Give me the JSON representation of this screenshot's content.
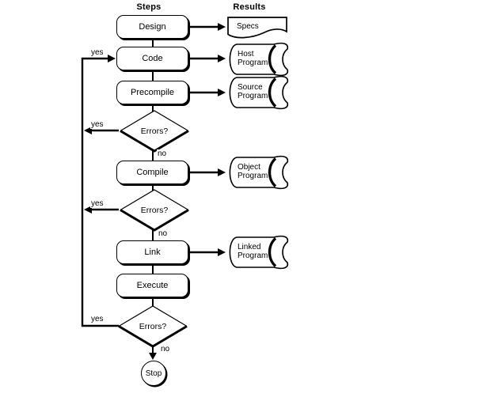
{
  "headers": {
    "steps": "Steps",
    "results": "Results"
  },
  "steps": [
    {
      "label": "Design"
    },
    {
      "label": "Code"
    },
    {
      "label": "Precompile"
    },
    {
      "label": "Compile"
    },
    {
      "label": "Link"
    },
    {
      "label": "Execute"
    }
  ],
  "decisions": [
    {
      "label": "Errors?",
      "yes": "yes",
      "no": "no"
    },
    {
      "label": "Errors?",
      "yes": "yes",
      "no": "no"
    },
    {
      "label": "Errors?",
      "yes": "yes",
      "no": "no"
    }
  ],
  "loop": {
    "yes_label": "yes"
  },
  "results": [
    {
      "type": "document",
      "lines": [
        "Specs"
      ]
    },
    {
      "type": "stored-data",
      "lines": [
        "Host",
        "Program"
      ]
    },
    {
      "type": "stored-data",
      "lines": [
        "Source",
        "Program"
      ]
    },
    {
      "type": "stored-data",
      "lines": [
        "Object",
        "Program"
      ]
    },
    {
      "type": "stored-data",
      "lines": [
        "Linked",
        "Program"
      ]
    }
  ],
  "terminator": {
    "label": "Stop"
  },
  "colors": {
    "ink": "#000000",
    "background": "#ffffff"
  }
}
